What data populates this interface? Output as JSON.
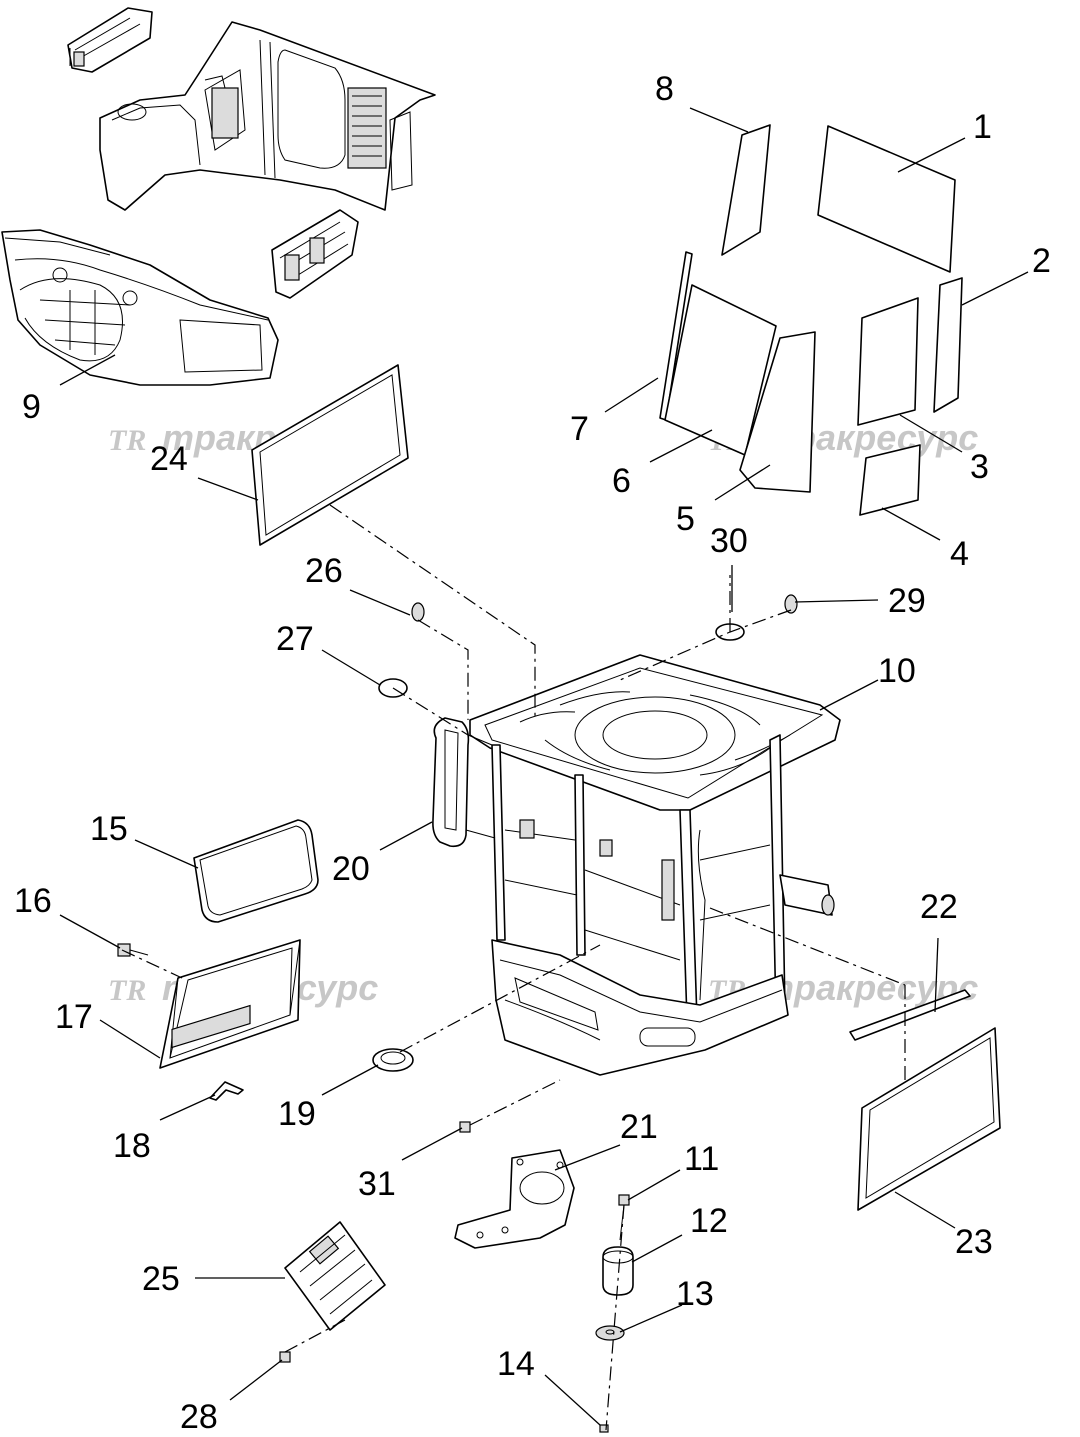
{
  "watermark": {
    "logo_text": "TR",
    "text": "тракресурс"
  },
  "callouts": [
    {
      "id": "1"
    },
    {
      "id": "2"
    },
    {
      "id": "3"
    },
    {
      "id": "4"
    },
    {
      "id": "5"
    },
    {
      "id": "6"
    },
    {
      "id": "7"
    },
    {
      "id": "8"
    },
    {
      "id": "9"
    },
    {
      "id": "10"
    },
    {
      "id": "11"
    },
    {
      "id": "12"
    },
    {
      "id": "13"
    },
    {
      "id": "14"
    },
    {
      "id": "15"
    },
    {
      "id": "16"
    },
    {
      "id": "17"
    },
    {
      "id": "18"
    },
    {
      "id": "19"
    },
    {
      "id": "20"
    },
    {
      "id": "21"
    },
    {
      "id": "22"
    },
    {
      "id": "23"
    },
    {
      "id": "24"
    },
    {
      "id": "25"
    },
    {
      "id": "26"
    },
    {
      "id": "27"
    },
    {
      "id": "28"
    },
    {
      "id": "29"
    },
    {
      "id": "30"
    },
    {
      "id": "31"
    }
  ],
  "colors": {
    "line": "#000000",
    "background": "#ffffff",
    "watermark": "#9a9a9a"
  }
}
